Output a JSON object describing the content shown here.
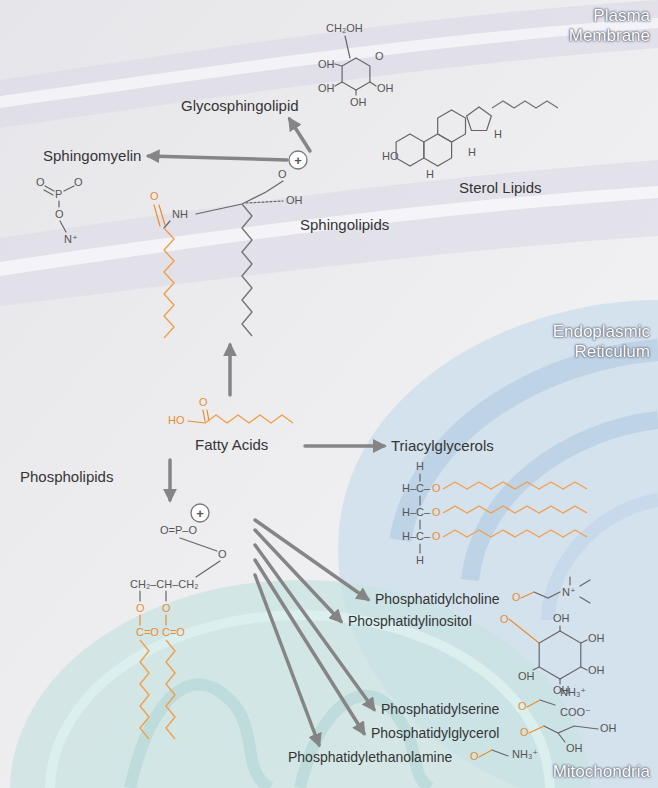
{
  "diagram": {
    "nodes": [
      {
        "text": [
          "Glycosphingolipid"
        ]
      },
      {
        "text": [
          "Sphingomyelin"
        ]
      },
      {
        "text": [
          "Sterol Lipids"
        ]
      },
      {
        "text": [
          "Sphingolipids"
        ]
      },
      {
        "text": [
          "Fatty Acids"
        ]
      },
      {
        "text": [
          "Triacylglycerols"
        ]
      },
      {
        "text": [
          "Phospholipids"
        ]
      },
      {
        "text": [
          "Phosphatidylcholine"
        ]
      },
      {
        "text": [
          "Phosphatidylinositol"
        ]
      },
      {
        "text": [
          "Phosphatidylserine"
        ]
      },
      {
        "text": [
          "Phosphatidylglycerol"
        ]
      },
      {
        "text": [
          "Phosphatidylethanolamine"
        ]
      }
    ],
    "edges": [
      {
        "from": 4,
        "to": 3,
        "arrow": "to"
      },
      {
        "from": 4,
        "to": 5,
        "arrow": "to"
      },
      {
        "from": 4,
        "to": 6,
        "arrow": "to"
      },
      {
        "from": 3,
        "to": 1,
        "arrow": "to"
      },
      {
        "from": 3,
        "to": 0,
        "arrow": "to"
      },
      {
        "from": 6,
        "to": 7,
        "arrow": "to"
      },
      {
        "from": 6,
        "to": 8,
        "arrow": "to"
      },
      {
        "from": 6,
        "to": 9,
        "arrow": "to"
      },
      {
        "from": 6,
        "to": 10,
        "arrow": "to"
      },
      {
        "from": 6,
        "to": 11,
        "arrow": "to"
      }
    ],
    "labels": [
      "Plasma Membrane",
      "Endoplasmic Reticulum",
      "Mitochondria",
      "O",
      "P",
      "O",
      "O",
      "N⁺",
      "CH₂OH",
      "O",
      "OH",
      "OH",
      "OH",
      "OH",
      "+",
      "O",
      "OH",
      "NH",
      "O",
      "HO",
      "H",
      "H",
      "H",
      "O",
      "HO",
      "H",
      "H–C–",
      "O",
      "H–C–",
      "O",
      "H–C–",
      "O",
      "H",
      "+",
      "O=P–O",
      "O",
      "CH₂–CH–CH₂",
      "O",
      "O",
      "C=O",
      "C=O",
      "O",
      "N⁺",
      "O",
      "OH",
      "OH",
      "OH",
      "OH",
      "OH",
      "O",
      "NH₃⁺",
      "COO⁻",
      "O",
      "OH",
      "OH",
      "O",
      "NH₃⁺"
    ]
  }
}
